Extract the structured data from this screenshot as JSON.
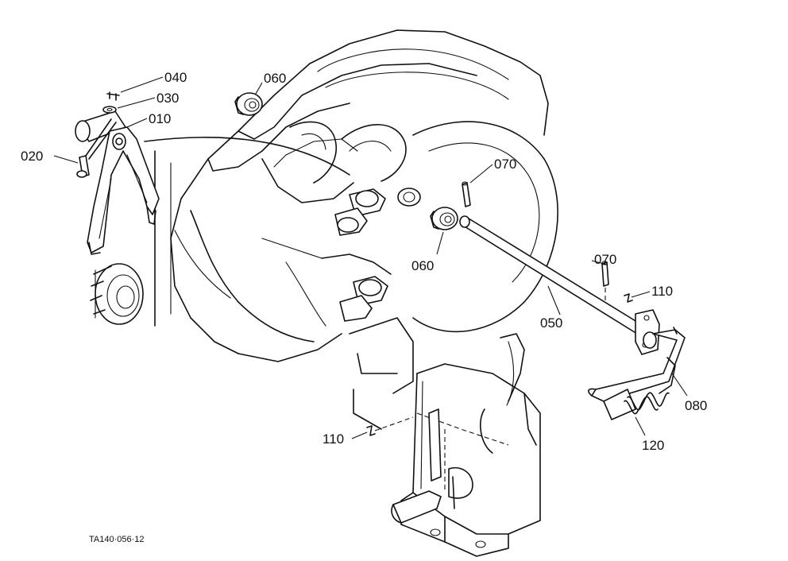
{
  "diagram": {
    "reference_code": "TA140·056·12",
    "parts": [
      {
        "id": "010",
        "label": "010"
      },
      {
        "id": "020",
        "label": "020"
      },
      {
        "id": "030",
        "label": "030"
      },
      {
        "id": "040",
        "label": "040"
      },
      {
        "id": "050",
        "label": "050"
      },
      {
        "id": "060a",
        "label": "060"
      },
      {
        "id": "060b",
        "label": "060"
      },
      {
        "id": "070a",
        "label": "070"
      },
      {
        "id": "070b",
        "label": "070"
      },
      {
        "id": "080",
        "label": "080"
      },
      {
        "id": "110a",
        "label": "110"
      },
      {
        "id": "110b",
        "label": "110"
      },
      {
        "id": "120",
        "label": "120"
      }
    ]
  }
}
